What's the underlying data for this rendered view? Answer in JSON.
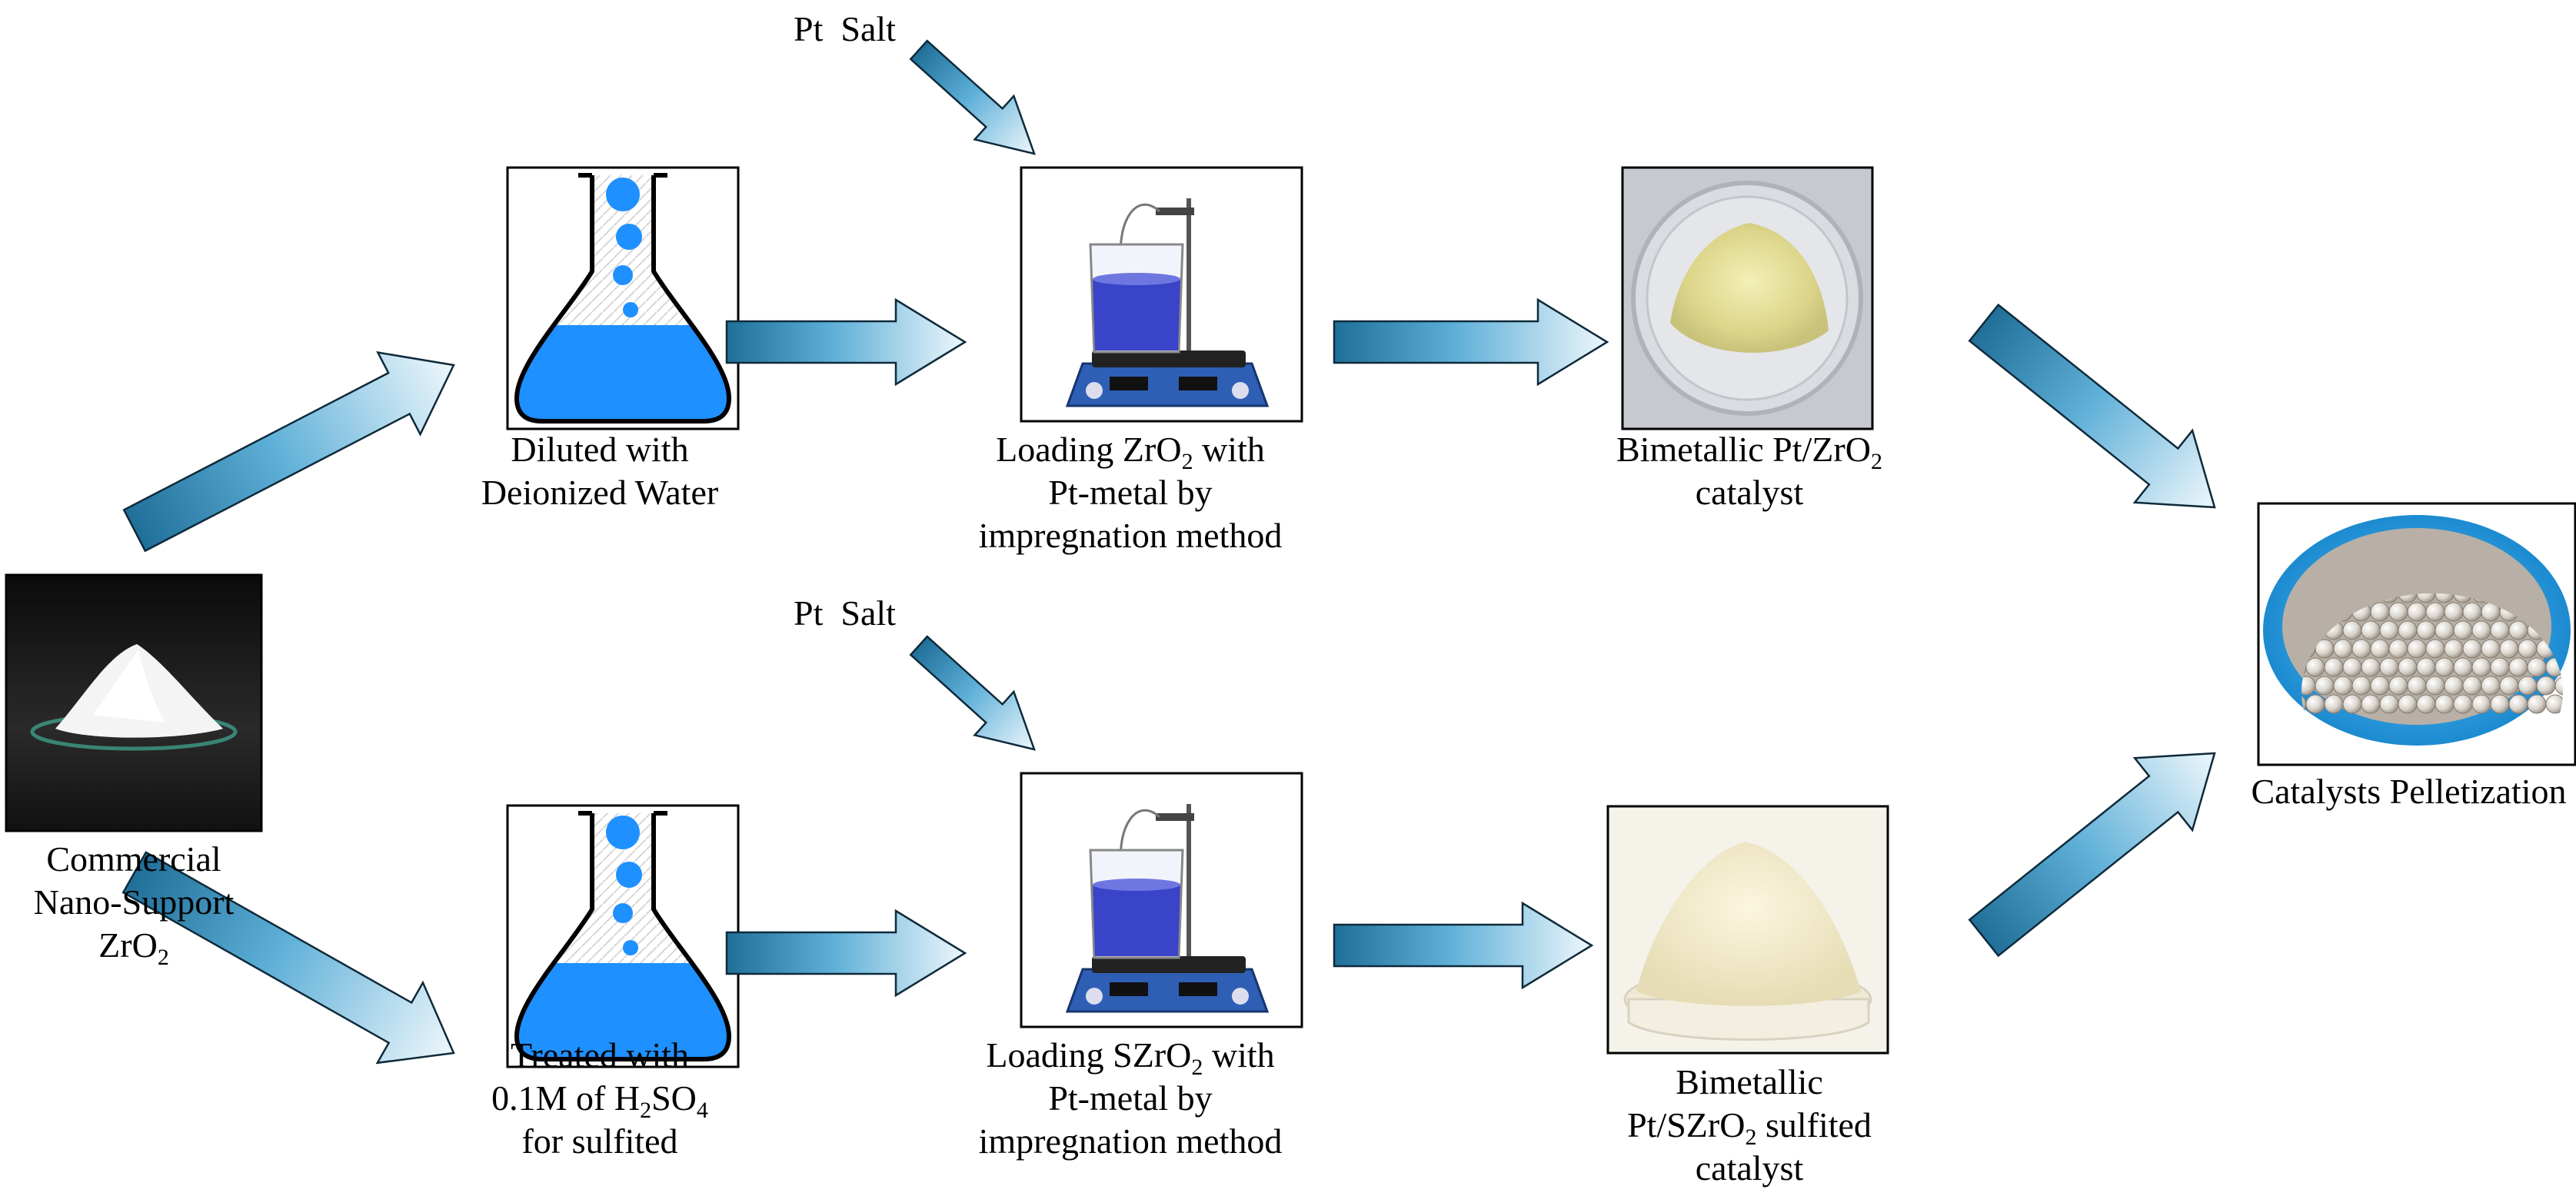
{
  "colors": {
    "arrow_dark": "#1f6f99",
    "arrow_mid": "#5fb0d8",
    "arrow_light": "#eef7fc",
    "liquid_blue": "#1e90ff",
    "stir_blue": "#3a44c8",
    "stirrer_body": "#2e5fb5",
    "bowl_blue": "#2aa3e6"
  },
  "input": {
    "label": [
      "Commercial",
      "Nano-Support",
      "ZrO"
    ],
    "subscript": "2",
    "icon": "white-powder-on-dish-photo"
  },
  "top_branch": {
    "reagent": "Pt  Salt",
    "step1": {
      "label": [
        "Diluted with",
        "Deionized Water"
      ],
      "icon": "erlenmeyer-flask-icon"
    },
    "step2": {
      "label_parts": [
        "Loading ZrO",
        "2",
        " with"
      ],
      "label_lines": [
        "Pt-metal by",
        "impregnation method"
      ],
      "icon": "magnetic-stirrer-beaker-icon"
    },
    "step3": {
      "label_parts": [
        "Bimetallic Pt/ZrO",
        "2"
      ],
      "label_lines": [
        "catalyst"
      ],
      "icon": "yellow-powder-petri-dish-photo"
    }
  },
  "bottom_branch": {
    "reagent": "Pt  Salt",
    "step1": {
      "label_lines": [
        "Treated with"
      ],
      "label_parts": [
        "0.1M of H",
        "2",
        "SO",
        "4"
      ],
      "label_tail": "for sulfited",
      "icon": "erlenmeyer-flask-icon"
    },
    "step2": {
      "label_parts": [
        "Loading SZrO",
        "2",
        " with"
      ],
      "label_lines": [
        "Pt-metal by",
        "impregnation method"
      ],
      "icon": "magnetic-stirrer-beaker-icon"
    },
    "step3": {
      "label_lines": [
        "Bimetallic"
      ],
      "label_parts": [
        "Pt/SZrO",
        "2",
        " sulfited"
      ],
      "label_tail": "catalyst",
      "icon": "cream-powder-petri-dish-photo"
    }
  },
  "output": {
    "label": "Catalysts Pelletization",
    "icon": "catalyst-pellets-bowl-photo"
  }
}
